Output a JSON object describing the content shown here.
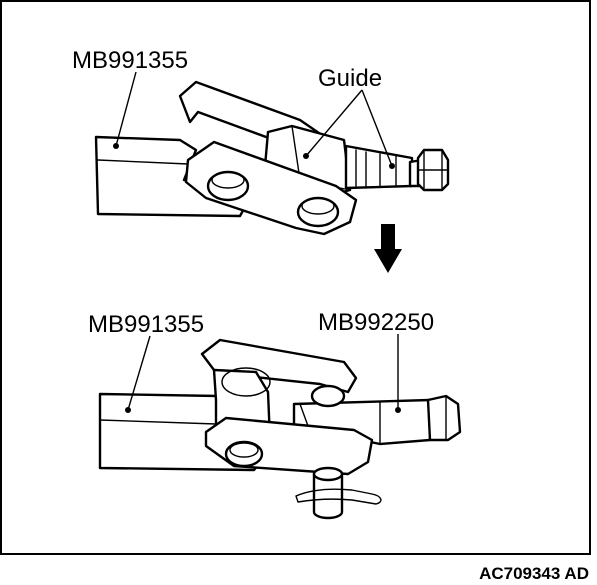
{
  "labels": {
    "top_tool": "MB991355",
    "guide": "Guide",
    "bottom_tool": "MB991355",
    "bottom_adapter": "MB992250"
  },
  "figure_code": "AC709343 AD",
  "icons": {
    "arrow": "down-arrow-icon"
  }
}
